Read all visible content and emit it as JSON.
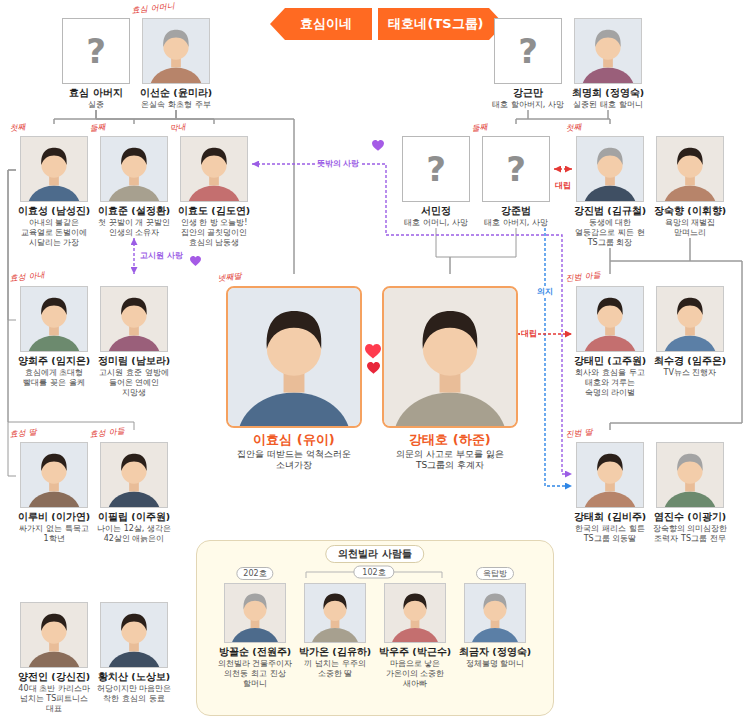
{
  "diagram": {
    "nodes": [
      {
        "text": [
          "효심이네"
        ]
      },
      {
        "text": [
          "태호네(TS그룹)"
        ]
      },
      {
        "text": [
          "?",
          "효심 아버지",
          "실종"
        ]
      },
      {
        "text": [
          "효심 어머니",
          "이선순 (윤미라)",
          "온실속 화초형 주부"
        ]
      },
      {
        "text": [
          "?",
          "강근만",
          "태호 할아버지, 사망"
        ]
      },
      {
        "text": [
          "최명희 (정영숙)",
          "실종된 태호 할머니"
        ]
      },
      {
        "text": [
          "첫째",
          "이효성 (남성진)",
          "아내의 불같은 교육열로 돈벌이에 시달리는 가장"
        ]
      },
      {
        "text": [
          "둘째",
          "이효준 (설정환)",
          "첫 끗발이 개 끗발인 인생의 소유자"
        ]
      },
      {
        "text": [
          "막내",
          "이효도 (김도연)",
          "인생 한 방 오늘방! 집안의 골칫덩이인 효심의 남동생"
        ]
      },
      {
        "text": [
          "?",
          "서민정",
          "태호 어머니, 사망"
        ]
      },
      {
        "text": [
          "둘째",
          "?",
          "강준범",
          "태호 아버지, 사망"
        ]
      },
      {
        "text": [
          "첫째",
          "강진범 (김규철)",
          "동생에 대한 열등감으로 찌든 현 TS그룹 회장"
        ]
      },
      {
        "text": [
          "장숙향 (이휘향)",
          "욕망의 재벌집 맏며느리"
        ]
      },
      {
        "text": [
          "효성 아내",
          "양희주 (임지은)",
          "효심에게 초대형 빨대를 꽂은 올케"
        ]
      },
      {
        "text": [
          "정미림 (남보라)",
          "고시원 효준 옆방에 들어온 연예인 지망생"
        ]
      },
      {
        "text": [
          "넷째딸",
          "이효심 (유이)",
          "집안을 떠받드는 억척스러운 소녀가장"
        ]
      },
      {
        "text": [
          "강태호 (하준)",
          "의문의 사고로 부모를 잃은 TS그룹의 후계자"
        ]
      },
      {
        "text": [
          "진범 아들",
          "강태민 (고주원)",
          "회사와 효심을 두고 태호와 겨루는 숙명의 라이벌"
        ]
      },
      {
        "text": [
          "최수경 (임주은)",
          "TV뉴스 진행자"
        ]
      },
      {
        "text": [
          "효성 딸",
          "이루비 (이가연)",
          "싸가지 없는 특목고 1학년"
        ]
      },
      {
        "text": [
          "효성 아들",
          "이필립 (이주원)",
          "나이는 12살, 생각은 42살인 애늙은이"
        ]
      },
      {
        "text": [
          "진범 딸",
          "강태희 (김비주)",
          "한국의 패리스 힐튼 TS그룹 외동딸"
        ]
      },
      {
        "text": [
          "염진수 (이광기)",
          "장숙향의 의미심장한 조력자 TS그룹 전무"
        ]
      },
      {
        "text": [
          "의천빌라 사람들"
        ]
      },
      {
        "text": [
          "202호",
          "방꼴순 (전원주)",
          "의천빌라 건물주이자 의천동 최고 진상 할머니"
        ],
        "in": 23
      },
      {
        "text": [
          "박가온 (김유하)",
          "끼 넘치는 우주의 소중한 딸"
        ],
        "in": 23
      },
      {
        "text": [
          "박우주 (박근수)",
          "마음으로 낳은 가온이의 소중한 새아빠"
        ],
        "in": 23
      },
      {
        "text": [
          "옥탑방",
          "최금자 (정영숙)",
          "정체불명 할머니"
        ],
        "in": 23
      },
      {
        "text": [
          "양전인 (강신진)",
          "40대 초반 카리스마 넘치는 TS피트니스 대표"
        ]
      },
      {
        "text": [
          "황치산 (노상보)",
          "허당이지만 마음만은 착한 효심의 동료"
        ]
      }
    ],
    "edges": [
      {
        "from": 2,
        "to": 6,
        "arrow": "none"
      },
      {
        "from": 2,
        "to": 7,
        "arrow": "none"
      },
      {
        "from": 2,
        "to": 8,
        "arrow": "none"
      },
      {
        "from": 2,
        "to": 15,
        "arrow": "none"
      },
      {
        "from": 3,
        "to": 6,
        "arrow": "none"
      },
      {
        "from": 3,
        "to": 7,
        "arrow": "none"
      },
      {
        "from": 3,
        "to": 8,
        "arrow": "none"
      },
      {
        "from": 3,
        "to": 15,
        "arrow": "none"
      },
      {
        "from": 6,
        "to": 13,
        "arrow": "none"
      },
      {
        "from": 6,
        "to": 19,
        "arrow": "none"
      },
      {
        "from": 6,
        "to": 20,
        "arrow": "none"
      },
      {
        "from": 4,
        "to": 10,
        "arrow": "none"
      },
      {
        "from": 4,
        "to": 11,
        "arrow": "none"
      },
      {
        "from": 5,
        "to": 10,
        "arrow": "none"
      },
      {
        "from": 5,
        "to": 11,
        "arrow": "none"
      },
      {
        "from": 9,
        "to": 16,
        "arrow": "none"
      },
      {
        "from": 10,
        "to": 16,
        "arrow": "none"
      },
      {
        "from": 11,
        "to": 17,
        "arrow": "none"
      },
      {
        "from": 11,
        "to": 21,
        "arrow": "none"
      },
      {
        "from": 12,
        "to": 17,
        "arrow": "none"
      },
      {
        "from": 12,
        "to": 21,
        "arrow": "none"
      },
      {
        "from": 7,
        "to": 14,
        "label": "고시원 사랑",
        "arrow": "both"
      },
      {
        "from": 8,
        "to": 21,
        "label": "뜻밖의 사랑",
        "arrow": "both"
      },
      {
        "from": 10,
        "to": 11,
        "label": "대립",
        "arrow": "both"
      },
      {
        "from": 10,
        "to": 21,
        "label": "의지",
        "arrow": "to"
      },
      {
        "from": 16,
        "to": 17,
        "label": "대립",
        "arrow": "both"
      }
    ],
    "labels": [
      "102호"
    ]
  }
}
